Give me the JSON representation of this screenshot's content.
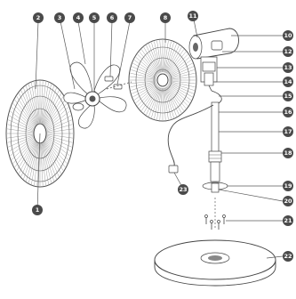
{
  "labels": [
    "1",
    "2",
    "3",
    "4",
    "5",
    "6",
    "7",
    "8",
    "11",
    "10",
    "12",
    "13",
    "14",
    "15",
    "16",
    "17",
    "18",
    "19",
    "20",
    "21",
    "22",
    "23"
  ]
}
